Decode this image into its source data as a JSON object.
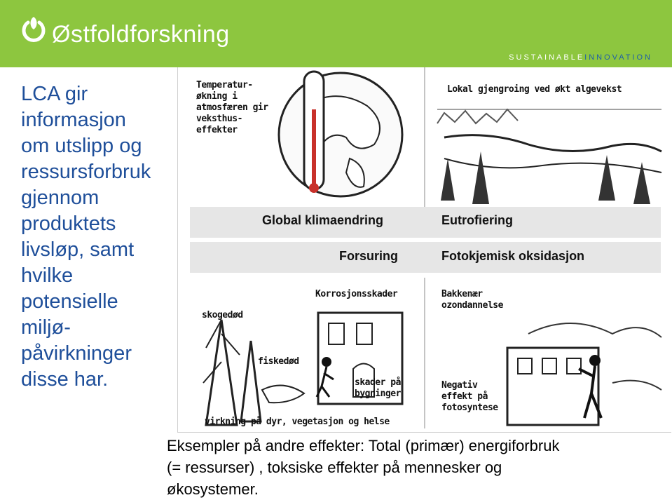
{
  "header": {
    "brand": "Østfoldforskning",
    "tagline_a": "SUSTAINABLE",
    "tagline_b": "INNOVATION",
    "logo_icon": "power-leaf-icon",
    "colors": {
      "green": "#8dc63f",
      "blue": "#1f5fa8"
    }
  },
  "left_text": {
    "lines": [
      "LCA gir",
      "informasjon",
      "om utslipp og",
      "ressursforbruk",
      "gjennom",
      "produktets",
      "livsløp, samt",
      "hvilke",
      "potensielle",
      "miljø-",
      "påvirkninger",
      "disse har."
    ],
    "color": "#1f4f9a"
  },
  "figure": {
    "categories": {
      "global": "Global klimaendring",
      "eutro": "Eutrofiering",
      "forsuring": "Forsuring",
      "fotokjem": "Fotokjemisk oksidasjon"
    },
    "annotations": {
      "temp": [
        "Temperatur-",
        "økning i",
        "atmosfæren gir",
        "veksthus-",
        "effekter"
      ],
      "algae": "Lokal gjengroing ved økt algevekst",
      "korrosjon": "Korrosjonsskader",
      "bakkenaer": [
        "Bakkenær",
        "ozondannelse"
      ],
      "skogedod": "skogedød",
      "fiskedod": "fiskedød",
      "skader": [
        "skader på",
        "bygninger"
      ],
      "negativ": [
        "Negativ",
        "effekt på",
        "fotosyntese"
      ],
      "virkning": "virkning på dyr, vegetasjon og helse"
    }
  },
  "caption": {
    "lines": [
      "Eksempler på andre effekter: Total (primær) energiforbruk",
      "(= ressurser) , toksiske effekter på mennesker og",
      "økosystemer."
    ]
  }
}
